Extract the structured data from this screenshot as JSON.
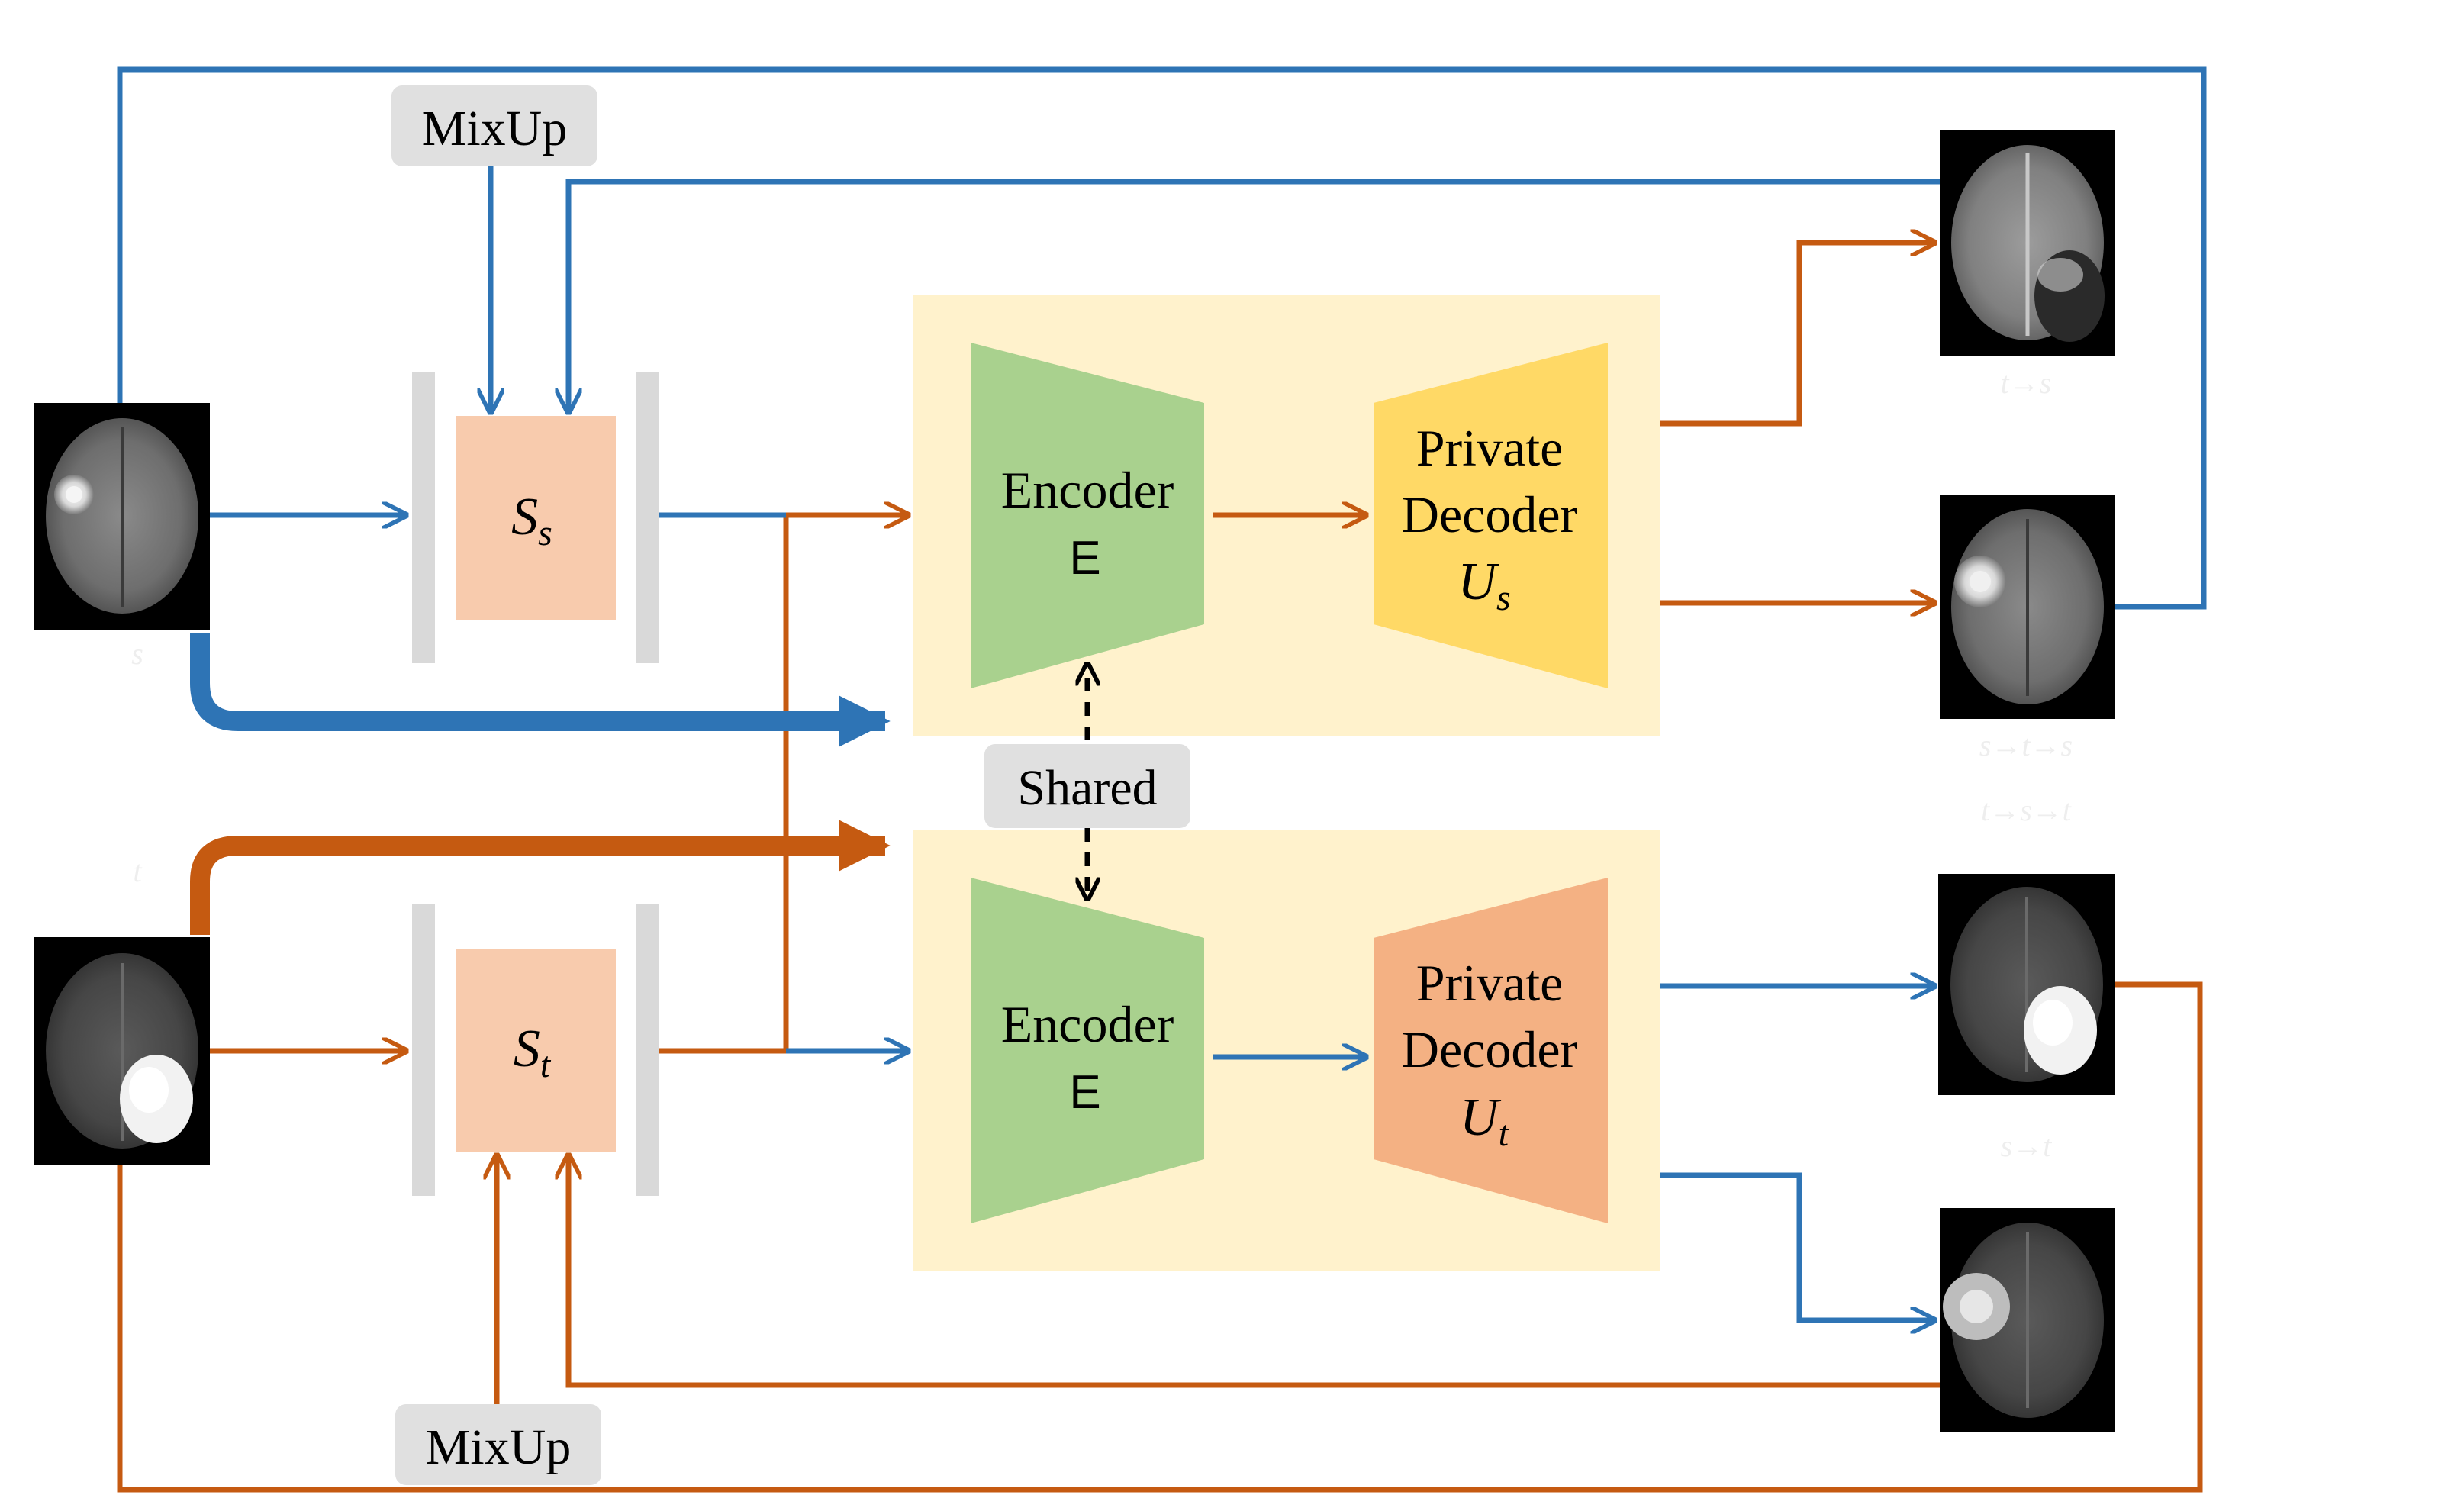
{
  "labels": {
    "mixup_top": "MixUp",
    "mixup_bottom": "MixUp",
    "shared": "Shared",
    "student_source_main": "S",
    "student_source_sub": "s",
    "student_target_main": "S",
    "student_target_sub": "t"
  },
  "upper_branch": {
    "encoder_line1": "Encoder",
    "encoder_line2": "E",
    "decoder_line1": "Private",
    "decoder_line2": "Decoder",
    "decoder_symbol_main": "U",
    "decoder_symbol_sub": "s"
  },
  "lower_branch": {
    "encoder_line1": "Encoder",
    "encoder_line2": "E",
    "decoder_line1": "Private",
    "decoder_line2": "Decoder",
    "decoder_symbol_main": "U",
    "decoder_symbol_sub": "t"
  },
  "faint_labels": {
    "source_input": "s",
    "target_input": "t",
    "out_t_to_s": "t→s",
    "out_s_t_s": "s→t→s",
    "out_t_s_t": "t→s→t",
    "out_s_to_t": "s→t"
  },
  "colors": {
    "blue": "#2e74b5",
    "orange": "#c55a11",
    "panel": "#fff2cc",
    "encoder": "#a9d18e",
    "decoder_source": "#ffd966",
    "decoder_target": "#f4b183",
    "student_box": "#f8cbad",
    "bracket": "#d9d9d9",
    "mixup_box": "#e0e0e0"
  }
}
